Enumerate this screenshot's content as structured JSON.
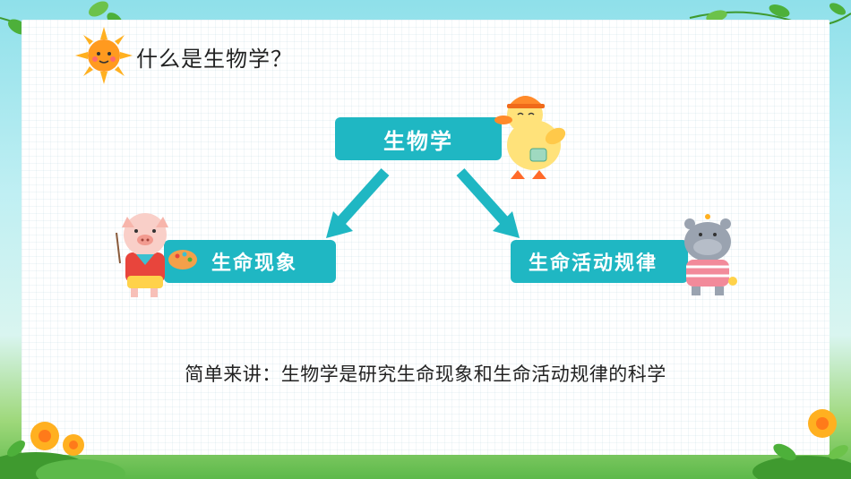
{
  "title": "什么是生物学？",
  "nodes": {
    "main": "生物学",
    "left": "生命现象",
    "right": "生命活动规律"
  },
  "summary": "简单来讲：生物学是研究生命现象和生命活动规律的科学",
  "colors": {
    "box": "#1fb7c3",
    "arrow": "#1fb7c3",
    "sun": "#ff9a1f",
    "leaf": "#4db03a"
  }
}
